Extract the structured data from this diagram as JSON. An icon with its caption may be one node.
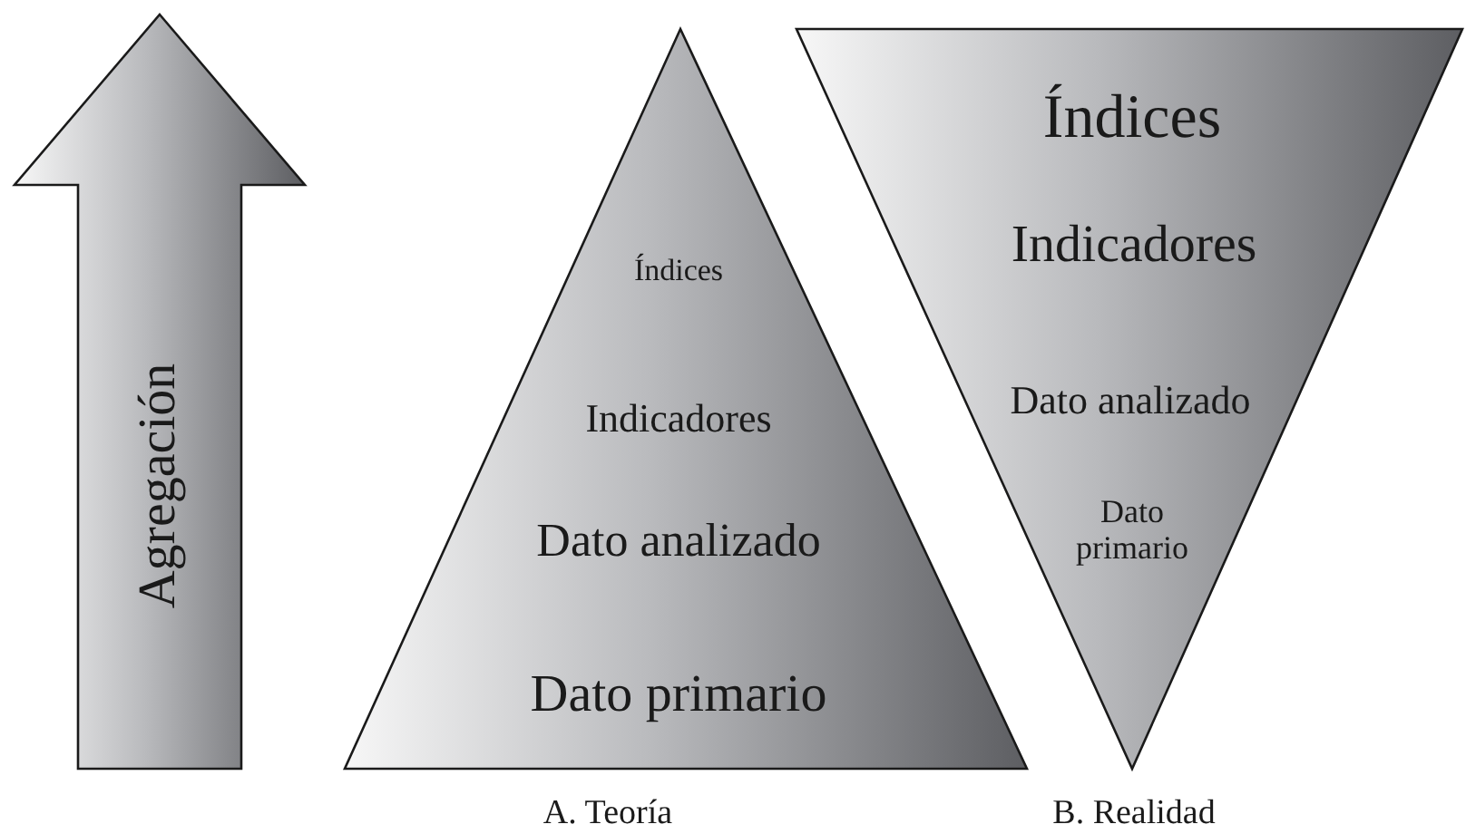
{
  "diagram": {
    "nodes": [
      {
        "text": [
          "Agregación"
        ]
      },
      {
        "text": [
          "Índices",
          "Indicadores",
          "Dato analizado",
          "Dato primario"
        ],
        "beside": [
          "A. Teoría"
        ]
      },
      {
        "text": [
          "Índices",
          "Indicadores",
          "Dato analizado",
          "Dato primario"
        ],
        "beside": [
          "B. Realidad"
        ]
      }
    ]
  }
}
